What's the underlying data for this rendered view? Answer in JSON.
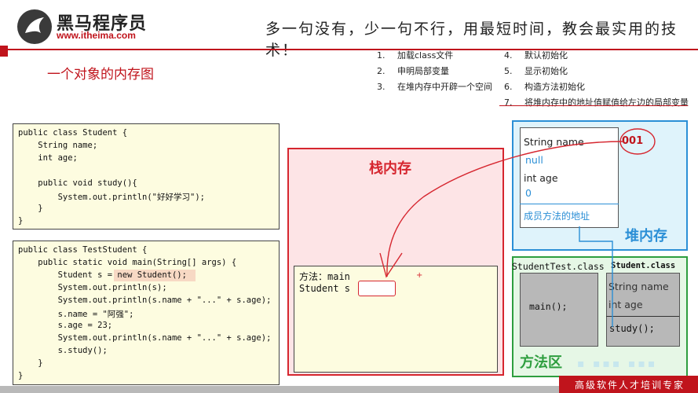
{
  "header": {
    "brand_name": "黑马程序员",
    "brand_url": "www.itheima.com",
    "slogan": "多一句没有，少一句不行，用最短时间，教会最实用的技术！"
  },
  "page_title": "一个对象的内存图",
  "steps_left": [
    {
      "num": "1.",
      "text": "加载class文件"
    },
    {
      "num": "2.",
      "text": "申明局部变量"
    },
    {
      "num": "3.",
      "text": "在堆内存中开辟一个空间"
    }
  ],
  "steps_right": [
    {
      "num": "4.",
      "text": "默认初始化"
    },
    {
      "num": "5.",
      "text": "显示初始化"
    },
    {
      "num": "6.",
      "text": "构造方法初始化"
    },
    {
      "num": "7.",
      "text": "将堆内存中的地址值赋值给左边的局部变量"
    }
  ],
  "code_student": [
    "public class Student {",
    "    String name;",
    "    int age;",
    "",
    "    public void study(){",
    "        System.out.println(\"好好学习\");",
    "    }",
    "}"
  ],
  "code_test": [
    "public class TestStudent {",
    "    public static void main(String[] args) {",
    "        Student s = new Student();",
    "        System.out.println(s);",
    "        System.out.println(s.name + \"...\" + s.age);",
    "        s.name = \"阿强\";",
    "        s.age = 23;",
    "        System.out.println(s.name + \"...\" + s.age);",
    "        s.study();",
    "    }",
    "}"
  ],
  "stack": {
    "label": "栈内存",
    "frame_title": "方法：main",
    "frame_var": "Student s",
    "marker": "+"
  },
  "heap": {
    "label": "堆内存",
    "field1_name": "String name",
    "field1_value": "null",
    "field2_name": "int age",
    "field2_value": "0",
    "method_address": "成员方法的地址",
    "address": "001"
  },
  "method_area": {
    "label": "方法区",
    "class1_title": "StudentTest.class",
    "class1_method": "main();",
    "class2_title": "Student.class",
    "class2_field1": "String name",
    "class2_field2": "int age",
    "class2_method": "study();"
  },
  "footer": {
    "text": "高级软件人才培训专家"
  },
  "colors": {
    "brand_red": "#c0141c",
    "stack_red": "#d6262f",
    "heap_blue": "#2b8fd6",
    "method_green": "#2e9e3f"
  }
}
